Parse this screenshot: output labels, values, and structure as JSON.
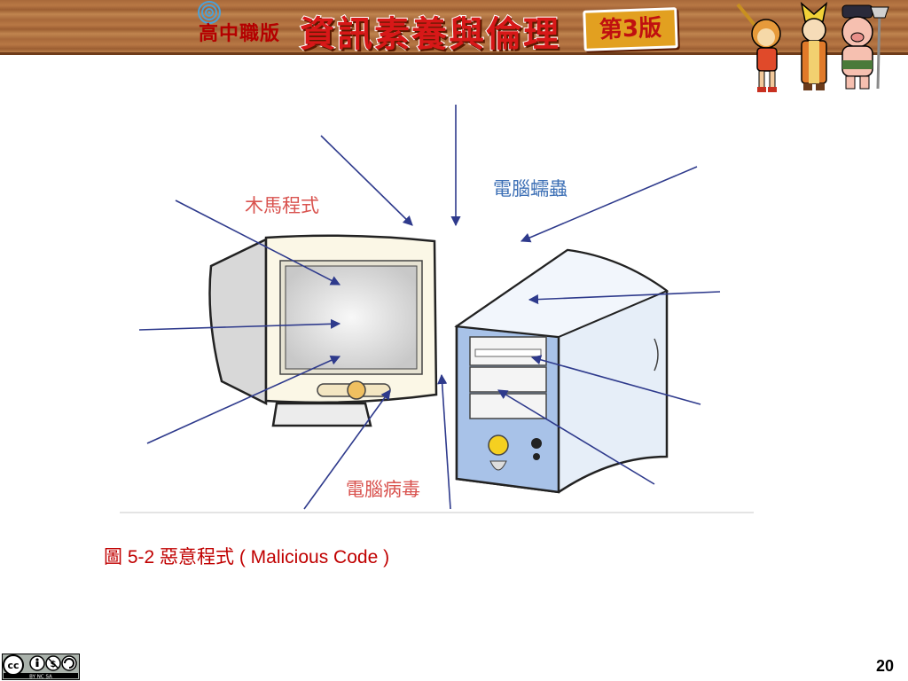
{
  "header": {
    "edition_label": "高中職版",
    "title": "資訊素養與倫理",
    "version_badge": "第3版"
  },
  "figure": {
    "labels": {
      "trojan": "木馬程式",
      "worm": "電腦蠕蟲",
      "virus": "電腦病毒"
    },
    "caption": "圖 5-2  惡意程式 ( Malicious Code )"
  },
  "footer": {
    "license": "BY NC SA",
    "page_number": "20"
  },
  "colors": {
    "arrow": "#2e3a8c",
    "caption": "#c00000",
    "title_red": "#d71818",
    "badge": "#e2a020",
    "monitor_body": "#fbf7e6",
    "tower_body": "#e6eef8",
    "tower_front": "#a8c2e8"
  }
}
